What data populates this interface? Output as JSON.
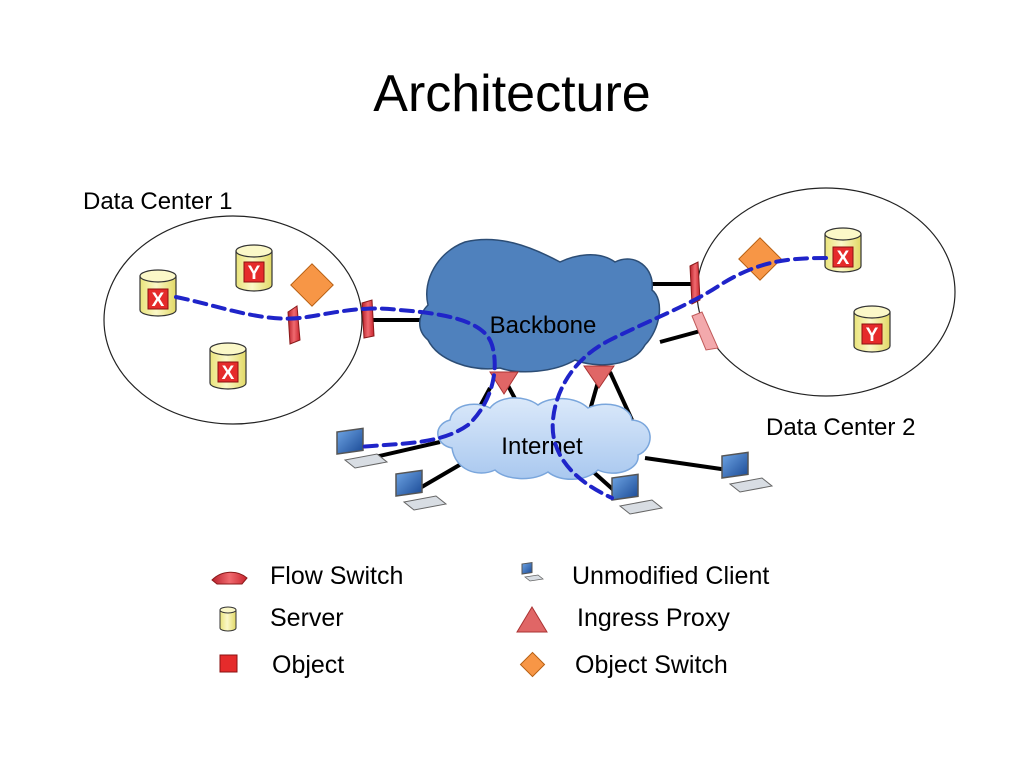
{
  "slide": {
    "title": "Architecture"
  },
  "diagram": {
    "data_center_1": {
      "label": "Data Center 1",
      "servers": [
        "X",
        "Y",
        "X"
      ]
    },
    "data_center_2": {
      "label": "Data Center 2",
      "servers": [
        "X",
        "Y"
      ]
    },
    "backbone_label": "Backbone",
    "internet_label": "Internet",
    "colors": {
      "backbone": "#4f81bd",
      "internet": "#c6dcf5",
      "flow_path": "#1f24c9",
      "object_switch": "#f79646",
      "flow_switch": "#e0434a",
      "ingress_proxy": "#e06666",
      "server": "#f5f0a0",
      "object": "#e52b2b"
    }
  },
  "legend": {
    "flow_switch": "Flow Switch",
    "server": "Server",
    "object": "Object",
    "unmodified_client": "Unmodified Client",
    "ingress_proxy": "Ingress Proxy",
    "object_switch": "Object Switch"
  }
}
